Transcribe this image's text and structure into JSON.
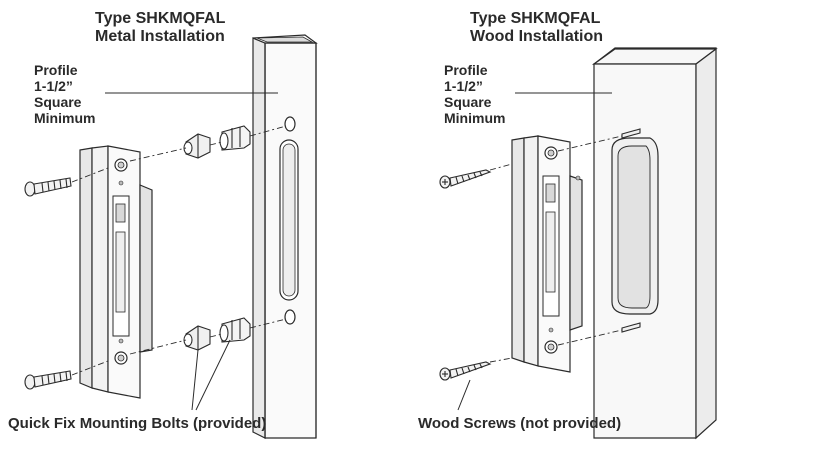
{
  "metal": {
    "title_line1": "Type SHKMQFAL",
    "title_line2": "Metal Installation",
    "profile": [
      "Profile",
      "1-1/2”",
      "Square",
      "Minimum"
    ],
    "caption": "Quick Fix Mounting Bolts (provided)"
  },
  "wood": {
    "title_line1": "Type SHKMQFAL",
    "title_line2": "Wood Installation",
    "profile": [
      "Profile",
      "1-1/2”",
      "Square",
      "Minimum"
    ],
    "caption": "Wood Screws (not provided)"
  },
  "colors": {
    "line": "#2b2b2b",
    "fill_light": "#f6f6f6",
    "fill_mid": "#e4e4e4",
    "text": "#2a2a2a"
  }
}
